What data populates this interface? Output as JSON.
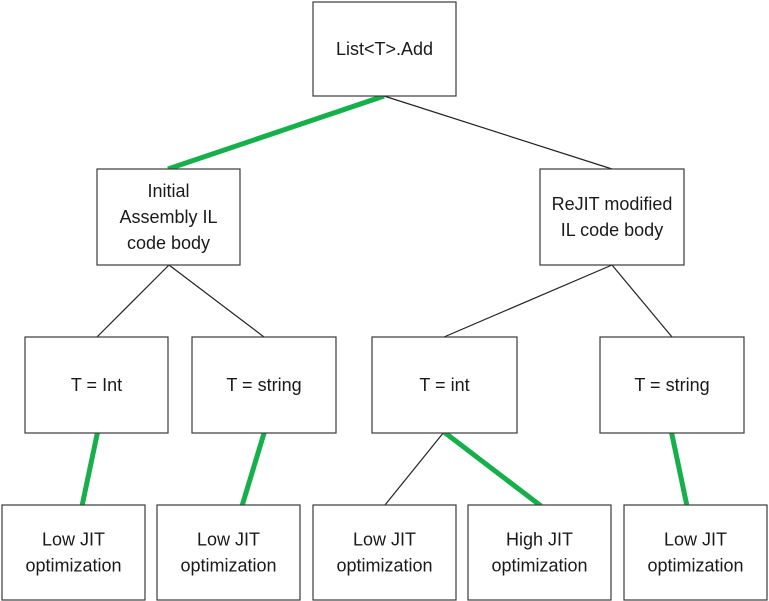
{
  "colors": {
    "background": "#ffffff",
    "box_border": "#3a3a3a",
    "thin_edge": "#222222",
    "highlight_edge": "#16b04b",
    "text": "#1a1a1a"
  },
  "nodes": [
    {
      "id": "root",
      "lines": [
        "List<T>.Add"
      ]
    },
    {
      "id": "initial-il",
      "lines": [
        "Initial",
        "Assembly IL",
        "code body"
      ]
    },
    {
      "id": "rejit-il",
      "lines": [
        "ReJIT modified",
        "IL code body"
      ]
    },
    {
      "id": "t-int-a",
      "lines": [
        "T = Int"
      ]
    },
    {
      "id": "t-string-a",
      "lines": [
        "T = string"
      ]
    },
    {
      "id": "t-int-b",
      "lines": [
        "T = int"
      ]
    },
    {
      "id": "t-string-b",
      "lines": [
        "T = string"
      ]
    },
    {
      "id": "low-jit-1",
      "lines": [
        "Low JIT",
        "optimization"
      ]
    },
    {
      "id": "low-jit-2",
      "lines": [
        "Low JIT",
        "optimization"
      ]
    },
    {
      "id": "low-jit-3",
      "lines": [
        "Low JIT",
        "optimization"
      ]
    },
    {
      "id": "high-jit-1",
      "lines": [
        "High JIT",
        "optimization"
      ]
    },
    {
      "id": "low-jit-4",
      "lines": [
        "Low JIT",
        "optimization"
      ]
    }
  ],
  "edges": [
    {
      "from": "root",
      "to": "initial-il",
      "highlight": true
    },
    {
      "from": "root",
      "to": "rejit-il",
      "highlight": false
    },
    {
      "from": "initial-il",
      "to": "t-int-a",
      "highlight": false
    },
    {
      "from": "initial-il",
      "to": "t-string-a",
      "highlight": false
    },
    {
      "from": "rejit-il",
      "to": "t-int-b",
      "highlight": false
    },
    {
      "from": "rejit-il",
      "to": "t-string-b",
      "highlight": false
    },
    {
      "from": "t-int-a",
      "to": "low-jit-1",
      "highlight": true
    },
    {
      "from": "t-string-a",
      "to": "low-jit-2",
      "highlight": true
    },
    {
      "from": "t-int-b",
      "to": "low-jit-3",
      "highlight": false
    },
    {
      "from": "t-int-b",
      "to": "high-jit-1",
      "highlight": true
    },
    {
      "from": "t-string-b",
      "to": "low-jit-4",
      "highlight": true
    }
  ]
}
